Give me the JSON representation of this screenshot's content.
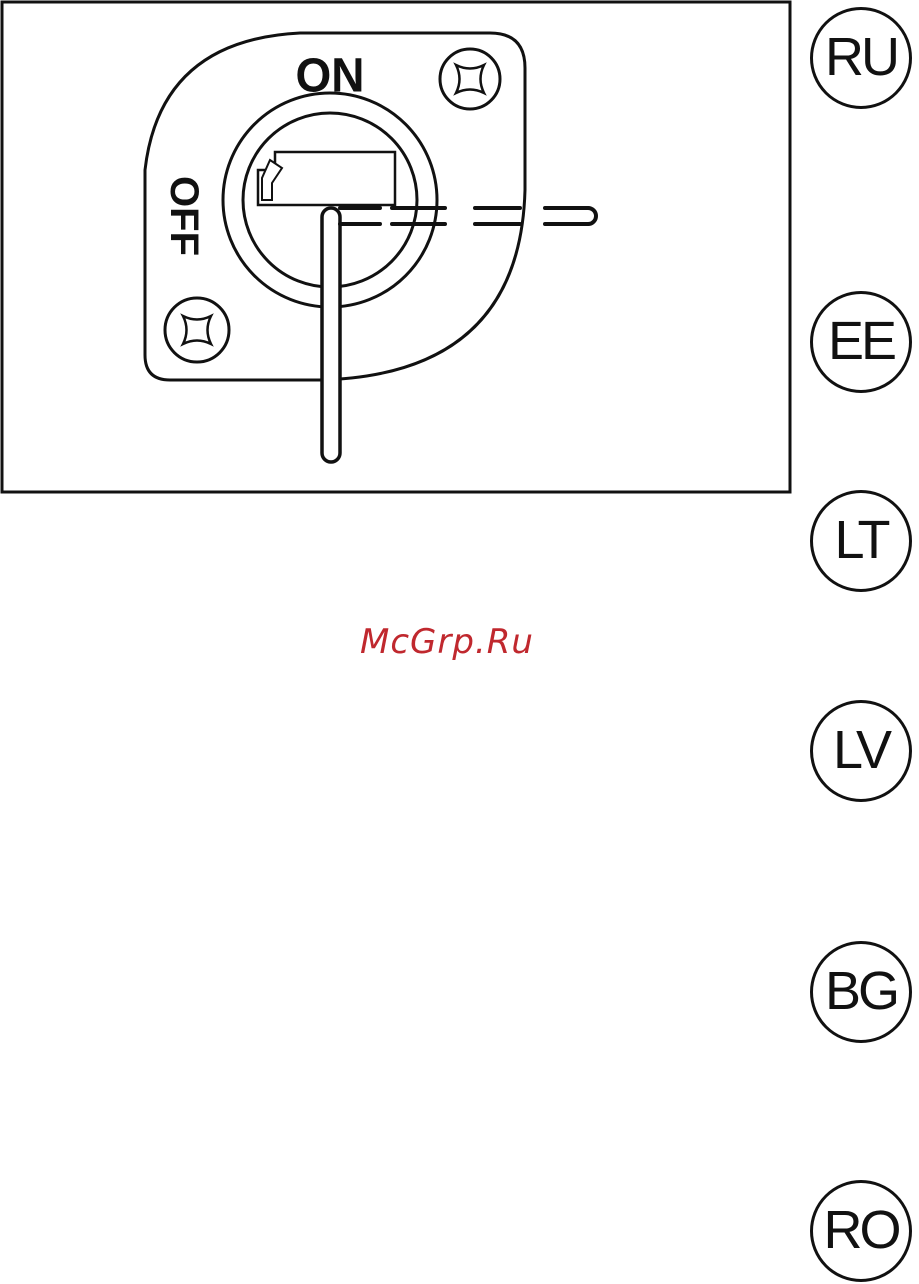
{
  "diagram": {
    "on_label": "ON",
    "off_label": "OFF"
  },
  "watermark": "McGrp.Ru",
  "languages": [
    "RU",
    "EE",
    "LT",
    "LV",
    "BG",
    "RO"
  ],
  "colors": {
    "line": "#111111",
    "watermark": "#c0282e",
    "background": "#ffffff"
  }
}
